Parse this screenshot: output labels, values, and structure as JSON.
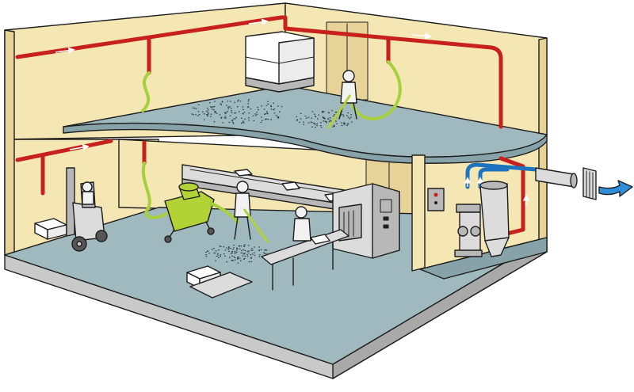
{
  "colors": {
    "wall": "#f5e7b4",
    "wall_shadow": "#e7d398",
    "floor": "#9fb9be",
    "floor_dark": "#87a3a9",
    "base": "#c9c9c9",
    "base_dark": "#a9a9a9",
    "pipe_red": "#c8201c",
    "pipe_blue": "#1e73be",
    "hose_green": "#a8cf3c",
    "vacuum_green": "#b2d235",
    "metal": "#dcdcdc",
    "metal_dark": "#b8b8b8",
    "outline": "#1e1e1e",
    "worker": "#f2f2f2",
    "exhaust_arrow": "#2e8fd8"
  },
  "icons": {
    "arrows": "white-flow-arrow",
    "exhaust": "blue-exhaust-arrow",
    "vent": "exhaust-grille"
  }
}
